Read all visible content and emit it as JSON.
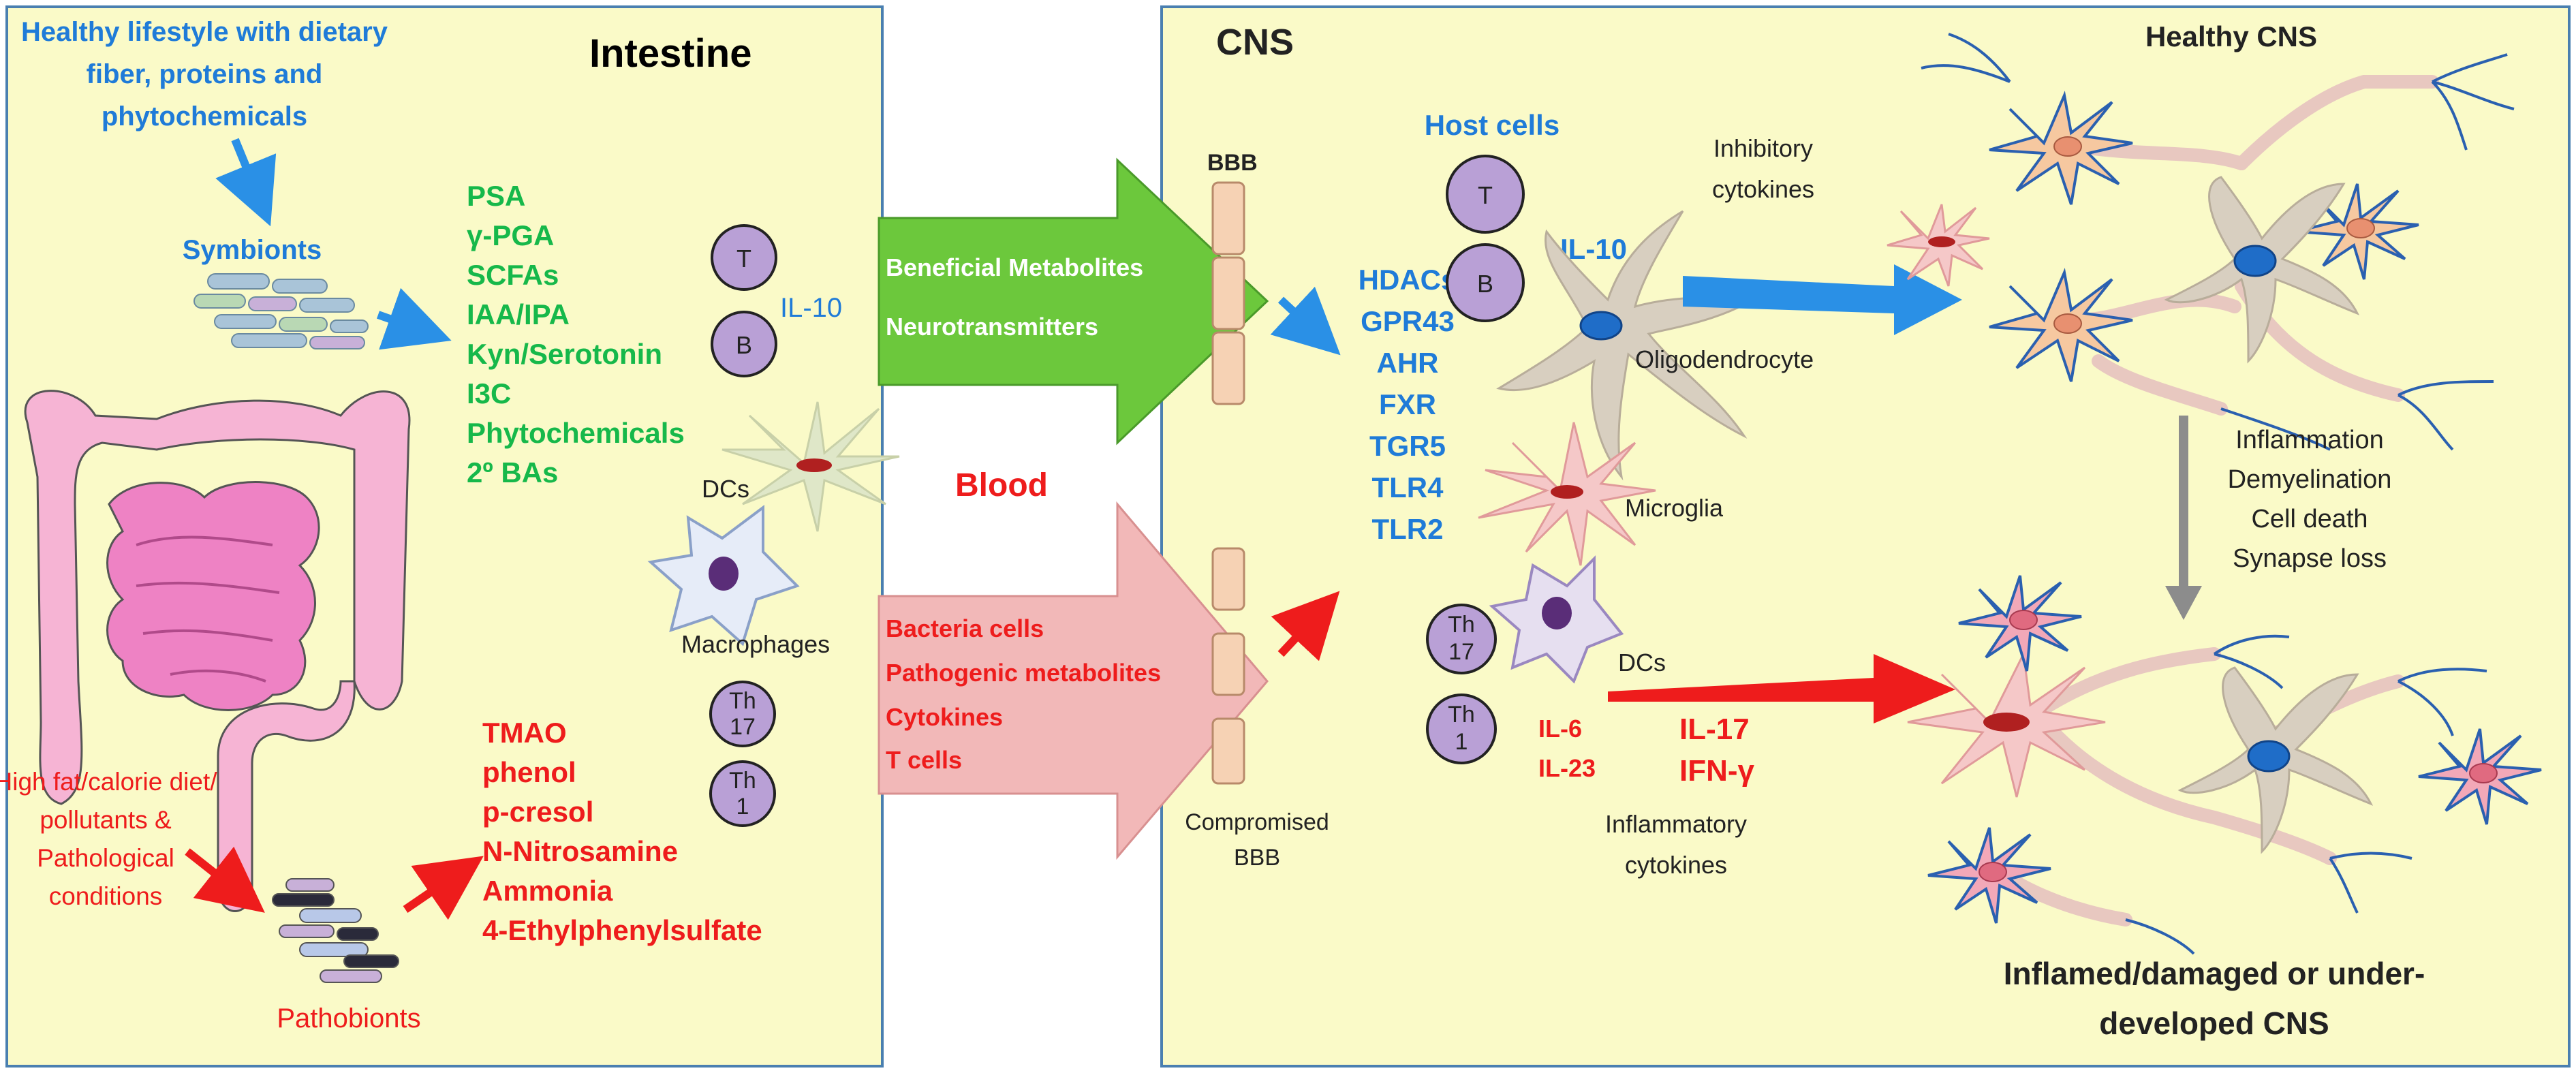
{
  "colors": {
    "panel_fill": "#fafac8",
    "panel_border": "#4a7fb0",
    "green_text": "#16b84a",
    "red_text": "#ee1c1c",
    "blue_text": "#1f7bd8",
    "dark_text": "#000000",
    "green_arrow": "#6cc83c",
    "pink_arrow": "#f2b8b8",
    "blue_arrow": "#2a90e6",
    "red_arrow": "#ee1c1c",
    "gray_arrow": "#8c8c8c",
    "lymph_cell": "#b9a0d6",
    "gut_pink": "#f6b4d4"
  },
  "intestine": {
    "title": "Intestine",
    "lifestyle": [
      "Healthy lifestyle with dietary",
      "fiber, proteins and",
      "phytochemicals"
    ],
    "symbionts": "Symbionts",
    "beneficial": [
      "PSA",
      "γ-PGA",
      "SCFAs",
      "IAA/IPA",
      "Kyn/Serotonin",
      "I3C",
      "Phytochemicals",
      "2º BAs"
    ],
    "t_cell": "T",
    "b_cell": "B",
    "il10": "IL-10",
    "dcs": "DCs",
    "macrophages": "Macrophages",
    "th17": [
      "Th",
      "17"
    ],
    "th1": [
      "Th",
      "1"
    ],
    "harmful_diet": [
      "High fat/calorie diet/",
      "pollutants &",
      "Pathological",
      "conditions"
    ],
    "harmful": [
      "TMAO",
      "phenol",
      "p-cresol",
      "N-Nitrosamine",
      "Ammonia",
      "4-Ethylphenylsulfate"
    ],
    "pathobionts": "Pathobionts"
  },
  "blood": {
    "label": "Blood",
    "green_arrow_lines": [
      "Beneficial Metabolites",
      "Neurotransmitters"
    ],
    "pink_arrow_lines": [
      "Bacteria cells",
      "Pathogenic metabolites",
      "Cytokines",
      "T cells"
    ]
  },
  "cns": {
    "title": "CNS",
    "bbb": "BBB",
    "compromised_bbb": [
      "Compromised",
      "BBB"
    ],
    "host_cells": "Host cells",
    "receptors": [
      "HDACs",
      "GPR43",
      "AHR",
      "FXR",
      "TGR5",
      "TLR4",
      "TLR2"
    ],
    "t_cell": "T",
    "b_cell": "B",
    "il10": "IL-10",
    "inhibitory": [
      "Inhibitory",
      "cytokines"
    ],
    "oligodendrocyte": "Oligodendrocyte",
    "microglia": "Microglia",
    "th17": [
      "Th",
      "17"
    ],
    "th1": [
      "Th",
      "1"
    ],
    "dcs": "DCs",
    "il6": "IL-6",
    "il23": "IL-23",
    "il17": "IL-17",
    "ifng": "IFN-γ",
    "inflammatory": [
      "Inflammatory",
      "cytokines"
    ],
    "healthy": "Healthy CNS",
    "outcomes": [
      "Inflammation",
      "Demyelination",
      "Cell death",
      "Synapse loss"
    ],
    "damaged": [
      "Inflamed/damaged or under-",
      "developed CNS"
    ]
  }
}
